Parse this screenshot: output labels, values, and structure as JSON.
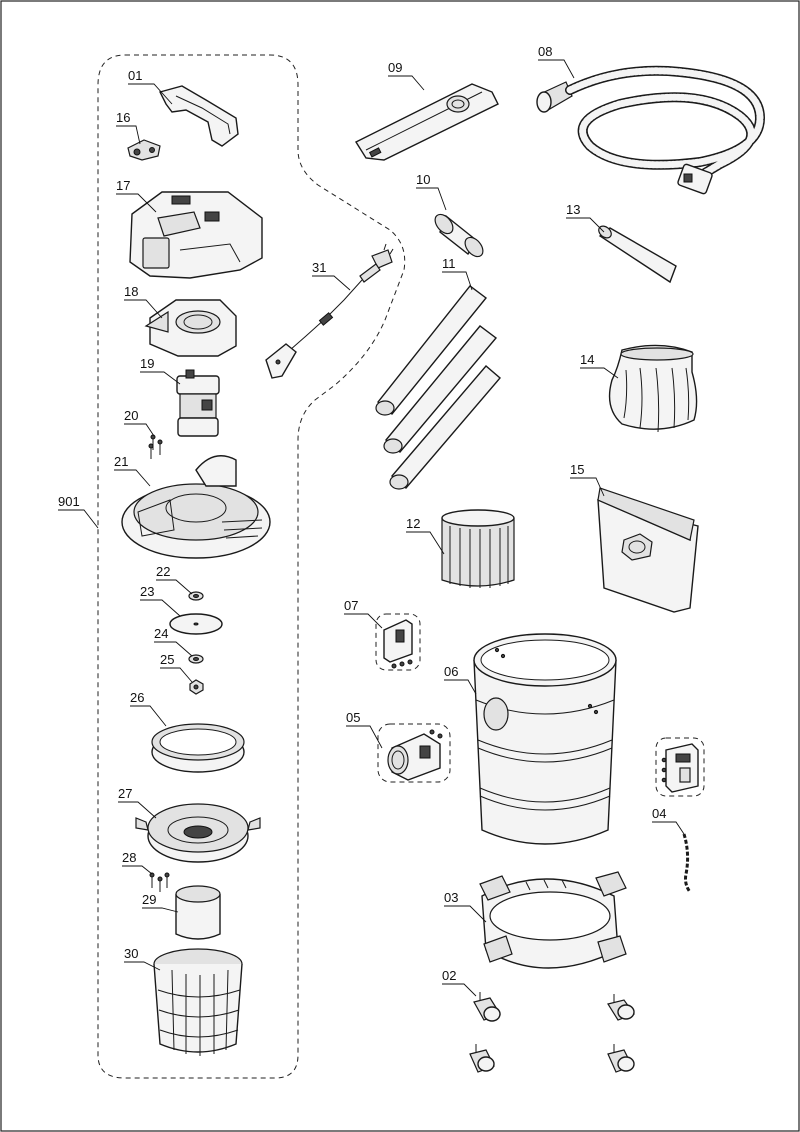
{
  "labels": {
    "p01": "01",
    "p02": "02",
    "p03": "03",
    "p04": "04",
    "p05": "05",
    "p06": "06",
    "p07": "07",
    "p08": "08",
    "p09": "09",
    "p10": "10",
    "p11": "11",
    "p12": "12",
    "p13": "13",
    "p14": "14",
    "p15": "15",
    "p16": "16",
    "p17": "17",
    "p18": "18",
    "p19": "19",
    "p20": "20",
    "p21": "21",
    "p22": "22",
    "p23": "23",
    "p24": "24",
    "p25": "25",
    "p26": "26",
    "p27": "27",
    "p28": "28",
    "p29": "29",
    "p30": "30",
    "p31": "31",
    "p901": "901"
  }
}
